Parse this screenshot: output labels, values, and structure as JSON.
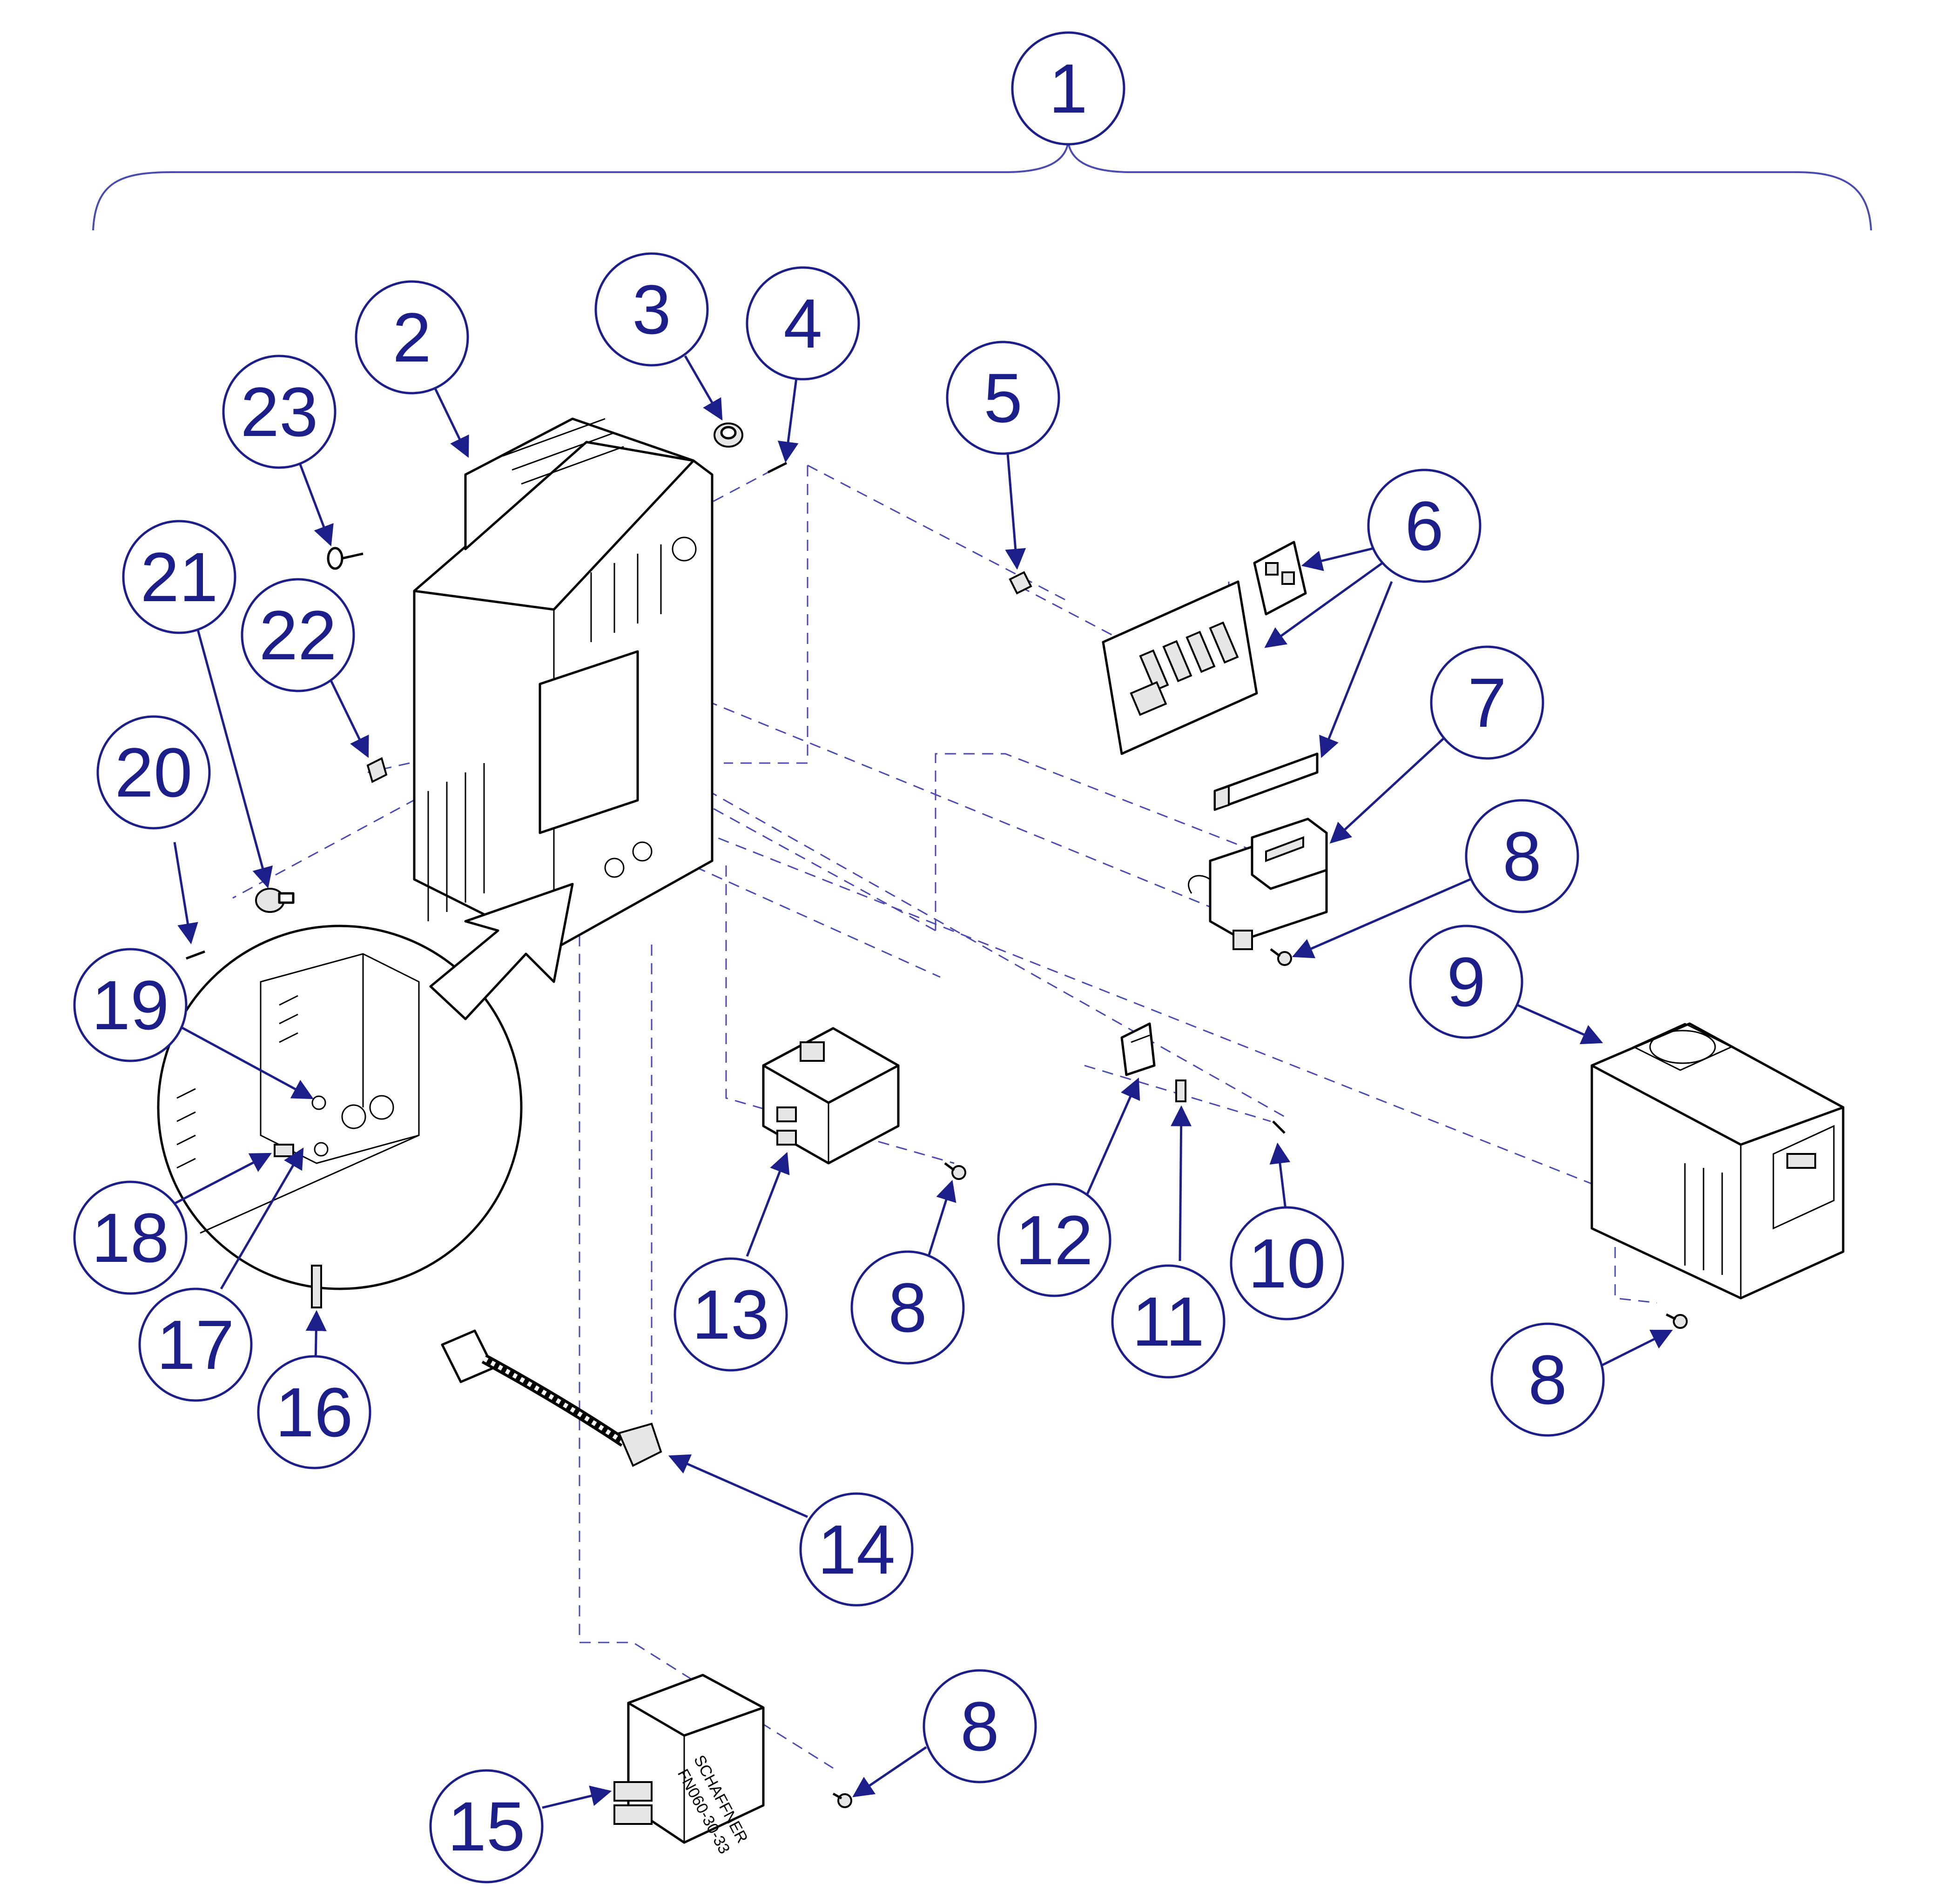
{
  "callouts": [
    {
      "id": "c1",
      "label": "1"
    },
    {
      "id": "c2",
      "label": "2"
    },
    {
      "id": "c3",
      "label": "3"
    },
    {
      "id": "c4",
      "label": "4"
    },
    {
      "id": "c5",
      "label": "5"
    },
    {
      "id": "c6",
      "label": "6"
    },
    {
      "id": "c7",
      "label": "7"
    },
    {
      "id": "c8a",
      "label": "8"
    },
    {
      "id": "c9",
      "label": "9"
    },
    {
      "id": "c8b",
      "label": "8"
    },
    {
      "id": "c10",
      "label": "10"
    },
    {
      "id": "c11",
      "label": "11"
    },
    {
      "id": "c12",
      "label": "12"
    },
    {
      "id": "c13",
      "label": "13"
    },
    {
      "id": "c8c",
      "label": "8"
    },
    {
      "id": "c8d",
      "label": "8"
    },
    {
      "id": "c14",
      "label": "14"
    },
    {
      "id": "c15",
      "label": "15"
    },
    {
      "id": "c8e",
      "label": "8"
    },
    {
      "id": "c16",
      "label": "16"
    },
    {
      "id": "c17",
      "label": "17"
    },
    {
      "id": "c18",
      "label": "18"
    },
    {
      "id": "c19",
      "label": "19"
    },
    {
      "id": "c20",
      "label": "20"
    },
    {
      "id": "c21",
      "label": "21"
    },
    {
      "id": "c22",
      "label": "22"
    },
    {
      "id": "c23",
      "label": "23"
    }
  ],
  "filter_label": {
    "line1": "SCHAFFNER",
    "line2": "FN060-30-33"
  },
  "colors": {
    "callout": "#1c1f8a",
    "dashed_lines": "#4a4ab0",
    "parts": "#000000"
  }
}
